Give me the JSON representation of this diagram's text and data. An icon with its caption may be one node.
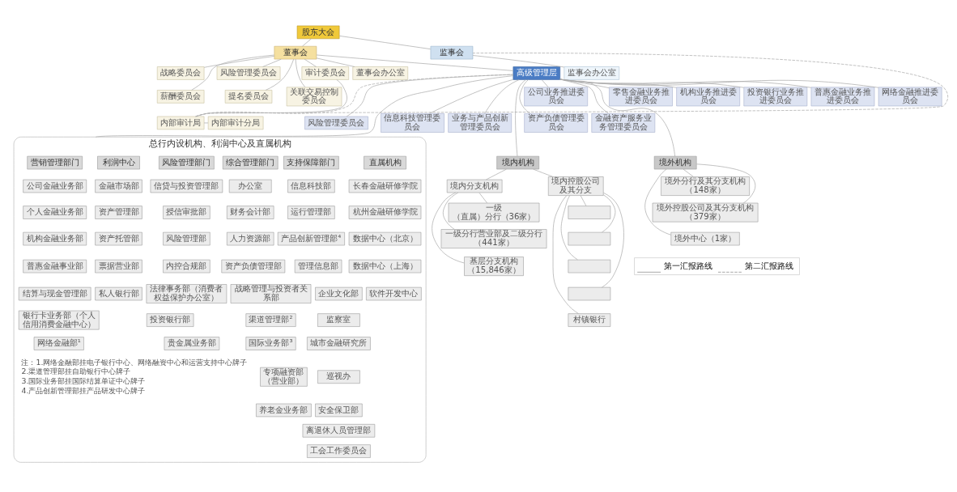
{
  "diagram": {
    "nodes": [
      {
        "text": [
          "股东大会"
        ]
      },
      {
        "text": [
          "董事会"
        ]
      },
      {
        "text": [
          "监事会"
        ]
      },
      {
        "text": [
          "董事会办公室"
        ]
      },
      {
        "text": [
          "监事会办公室"
        ]
      },
      {
        "text": [
          "风险管理委员会"
        ]
      },
      {
        "text": [
          "战略委员会"
        ]
      },
      {
        "text": [
          "审计委员会"
        ]
      },
      {
        "text": [
          "提名委员会"
        ]
      },
      {
        "text": [
          "薪酬委员会"
        ]
      },
      {
        "text": [
          "关联交易控制委员会"
        ]
      },
      {
        "text": [
          "内部审计分局"
        ]
      },
      {
        "text": [
          "内部审计局"
        ]
      },
      {
        "text": [
          "高级管理层"
        ]
      },
      {
        "text": [
          "公司业务推进委员会"
        ]
      },
      {
        "text": [
          "零售金融业务推进委员会"
        ]
      },
      {
        "text": [
          "机构业务推进委员会"
        ]
      },
      {
        "text": [
          "投资银行业务推进委员会"
        ]
      },
      {
        "text": [
          "普惠金融业务推进委员会"
        ]
      },
      {
        "text": [
          "网络金融推进委员会"
        ]
      },
      {
        "text": [
          "资产负债管理委员会"
        ]
      },
      {
        "text": [
          "风险管理委员会"
        ]
      },
      {
        "text": [
          "业务与产品创新管理委员会"
        ]
      },
      {
        "text": [
          "信息科技管理委员会"
        ]
      },
      {
        "text": [
          "金融资产服务业务管理委员会"
        ]
      },
      {
        "text": [
          "总行内设机构、利润中心及直属机构"
        ]
      },
      {
        "text": [
          "境内机构"
        ]
      },
      {
        "text": [
          "境外机构"
        ]
      },
      {
        "text": [
          "营销管理部门"
        ],
        "in": 25
      },
      {
        "text": [
          "公司金融业务部"
        ],
        "in": 25
      },
      {
        "text": [
          "个人金融业务部"
        ],
        "in": 25
      },
      {
        "text": [
          "机构金融业务部"
        ],
        "in": 25
      },
      {
        "text": [
          "普惠金融事业部"
        ],
        "in": 25
      },
      {
        "text": [
          "结算与现金管理部"
        ],
        "in": 25
      },
      {
        "text": [
          "银行卡业务部（个人信用消费金融中心）"
        ],
        "in": 25
      },
      {
        "text": [
          "网络金融部¹"
        ],
        "in": 25
      },
      {
        "text": [
          "利润中心"
        ],
        "in": 25
      },
      {
        "text": [
          "金融市场部"
        ],
        "in": 25
      },
      {
        "text": [
          "资产管理部"
        ],
        "in": 25
      },
      {
        "text": [
          "资产托管部"
        ],
        "in": 25
      },
      {
        "text": [
          "票据营业部"
        ],
        "in": 25
      },
      {
        "text": [
          "私人银行部"
        ],
        "in": 25
      },
      {
        "text": [
          "投资银行部"
        ],
        "in": 25
      },
      {
        "text": [
          "贵金属业务部"
        ],
        "in": 25
      },
      {
        "text": [
          "专项融资部（营业部）"
        ],
        "in": 25
      },
      {
        "text": [
          "养老金业务部"
        ],
        "in": 25
      },
      {
        "text": [
          "风险管理部门"
        ],
        "in": 25
      },
      {
        "text": [
          "信贷与投资管理部"
        ],
        "in": 25
      },
      {
        "text": [
          "授信审批部"
        ],
        "in": 25
      },
      {
        "text": [
          "风险管理部"
        ],
        "in": 25
      },
      {
        "text": [
          "内控合规部"
        ],
        "in": 25
      },
      {
        "text": [
          "法律事务部（消费者权益保护办公室）"
        ],
        "in": 25
      },
      {
        "text": [
          "综合管理部门"
        ],
        "in": 25
      },
      {
        "text": [
          "办公室"
        ],
        "in": 25
      },
      {
        "text": [
          "财务会计部"
        ],
        "in": 25
      },
      {
        "text": [
          "人力资源部"
        ],
        "in": 25
      },
      {
        "text": [
          "资产负债管理部"
        ],
        "in": 25
      },
      {
        "text": [
          "战略管理与投资者关系部"
        ],
        "in": 25
      },
      {
        "text": [
          "渠道管理部²"
        ],
        "in": 25
      },
      {
        "text": [
          "国际业务部³"
        ],
        "in": 25
      },
      {
        "text": [
          "支持保障部门"
        ],
        "in": 25
      },
      {
        "text": [
          "信息科技部"
        ],
        "in": 25
      },
      {
        "text": [
          "运行管理部"
        ],
        "in": 25
      },
      {
        "text": [
          "产品创新管理部⁴"
        ],
        "in": 25
      },
      {
        "text": [
          "管理信息部"
        ],
        "in": 25
      },
      {
        "text": [
          "企业文化部"
        ],
        "in": 25
      },
      {
        "text": [
          "监察室"
        ],
        "in": 25
      },
      {
        "text": [
          "城市金融研究所"
        ],
        "in": 25
      },
      {
        "text": [
          "巡视办"
        ],
        "in": 25
      },
      {
        "text": [
          "安全保卫部"
        ],
        "in": 25
      },
      {
        "text": [
          "离退休人员管理部"
        ],
        "in": 25
      },
      {
        "text": [
          "工会工作委员会"
        ],
        "in": 25
      },
      {
        "text": [
          "直属机构"
        ],
        "in": 25
      },
      {
        "text": [
          "长春金融研修学院"
        ],
        "in": 25
      },
      {
        "text": [
          "杭州金融研修学院"
        ],
        "in": 25
      },
      {
        "text": [
          "数据中心（北京）"
        ],
        "in": 25
      },
      {
        "text": [
          "数据中心（上海）"
        ],
        "in": 25
      },
      {
        "text": [
          "软件开发中心"
        ],
        "in": 25
      },
      {
        "text": [
          "境内分支机构"
        ]
      },
      {
        "text": [
          "一级（直属）分行（36家）"
        ]
      },
      {
        "text": [
          "一级分行营业部及二级分行（441家）"
        ]
      },
      {
        "text": [
          "基层分支机构（15,846家）"
        ]
      },
      {
        "text": [
          "境内控股公司及其分支"
        ]
      },
      {
        "text": [],
        "shape": "box"
      },
      {
        "text": [],
        "shape": "box"
      },
      {
        "text": [],
        "shape": "box"
      },
      {
        "text": [],
        "shape": "box"
      },
      {
        "text": [
          "村镇银行"
        ]
      },
      {
        "text": [
          "境外分行及其分支机构（148家）"
        ]
      },
      {
        "text": [
          "境外控股公司及其分支机构（379家）"
        ]
      },
      {
        "text": [
          "境外中心（1家）"
        ]
      }
    ],
    "edges": [
      {
        "from": 0,
        "to": 1,
        "arrow": "none"
      },
      {
        "from": 0,
        "to": 2,
        "arrow": "none"
      },
      {
        "from": 1,
        "to": 3,
        "arrow": "none"
      },
      {
        "from": 1,
        "to": 5,
        "arrow": "none"
      },
      {
        "from": 1,
        "to": 6,
        "arrow": "none"
      },
      {
        "from": 1,
        "to": 7,
        "arrow": "none"
      },
      {
        "from": 1,
        "to": 8,
        "arrow": "none"
      },
      {
        "from": 1,
        "to": 9,
        "arrow": "none"
      },
      {
        "from": 1,
        "to": 10,
        "arrow": "none"
      },
      {
        "from": 7,
        "to": 12,
        "arrow": "none"
      },
      {
        "from": 12,
        "to": 11,
        "arrow": "none"
      },
      {
        "from": 2,
        "to": 4,
        "arrow": "none"
      },
      {
        "from": 1,
        "to": 13,
        "arrow": "none"
      },
      {
        "from": 12,
        "to": 2,
        "arrow": "none",
        "style": "dashed"
      },
      {
        "from": 12,
        "to": 13,
        "arrow": "none",
        "style": "dashed"
      },
      {
        "from": 13,
        "to": 14,
        "arrow": "none"
      },
      {
        "from": 13,
        "to": 15,
        "arrow": "none"
      },
      {
        "from": 13,
        "to": 16,
        "arrow": "none"
      },
      {
        "from": 13,
        "to": 17,
        "arrow": "none"
      },
      {
        "from": 13,
        "to": 18,
        "arrow": "none"
      },
      {
        "from": 13,
        "to": 19,
        "arrow": "none"
      },
      {
        "from": 13,
        "to": 20,
        "arrow": "none"
      },
      {
        "from": 13,
        "to": 21,
        "arrow": "none"
      },
      {
        "from": 13,
        "to": 22,
        "arrow": "none"
      },
      {
        "from": 13,
        "to": 23,
        "arrow": "none"
      },
      {
        "from": 13,
        "to": 24,
        "arrow": "none"
      },
      {
        "from": 13,
        "to": 25,
        "arrow": "none"
      },
      {
        "from": 13,
        "to": 26,
        "arrow": "none"
      },
      {
        "from": 13,
        "to": 27,
        "arrow": "none"
      },
      {
        "from": 26,
        "to": 78,
        "arrow": "none"
      },
      {
        "from": 26,
        "to": 82,
        "arrow": "none"
      },
      {
        "from": 78,
        "to": 79,
        "arrow": "none"
      },
      {
        "from": 78,
        "to": 80,
        "arrow": "none"
      },
      {
        "from": 78,
        "to": 81,
        "arrow": "none"
      },
      {
        "from": 82,
        "to": 83,
        "arrow": "none"
      },
      {
        "from": 82,
        "to": 84,
        "arrow": "none"
      },
      {
        "from": 82,
        "to": 85,
        "arrow": "none"
      },
      {
        "from": 82,
        "to": 86,
        "arrow": "none"
      },
      {
        "from": 82,
        "to": 87,
        "arrow": "none"
      },
      {
        "from": 27,
        "to": 88,
        "arrow": "none"
      },
      {
        "from": 27,
        "to": 89,
        "arrow": "none"
      },
      {
        "from": 27,
        "to": 90,
        "arrow": "none"
      }
    ],
    "labels": [
      "注：1.网络金融部挂电子银行中心、网络融资中心和运营支持中心牌子",
      "2.渠道管理部挂自助银行中心牌子",
      "3.国际业务部挂国际结算单证中心牌子",
      "4.产品创新管理部挂产品研发中心牌子"
    ],
    "legend": [
      {
        "text": "第一汇报路线"
      },
      {
        "text": "第二汇报路线"
      }
    ]
  }
}
